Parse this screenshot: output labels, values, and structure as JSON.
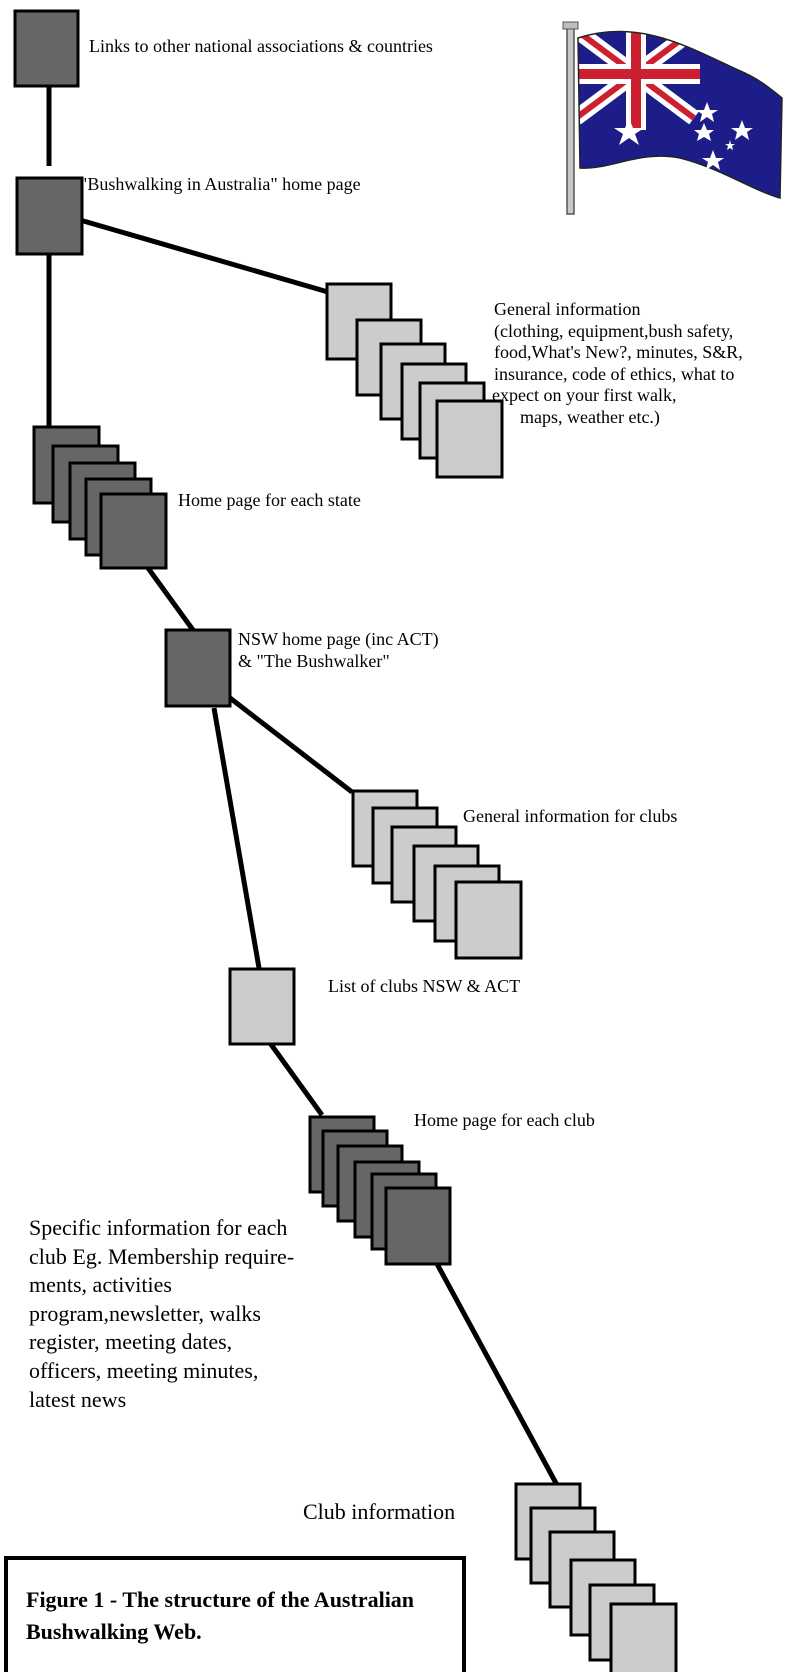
{
  "labels": {
    "links_other": "Links to other national associations & countries",
    "home_page": "\"Bushwalking in Australia\" home page",
    "general_info": [
      "General information",
      "(clothing, equipment,bush safety,",
      "food,What's New?, minutes, S&R,",
      "insurance, code of ethics, what to",
      "expect on your first walk,",
      "maps, weather etc.)"
    ],
    "state_home": "Home page for each state",
    "nsw_home": [
      "NSW home page (inc ACT)",
      "& \"The Bushwalker\""
    ],
    "general_clubs": "General information for clubs",
    "list_clubs": "List of clubs NSW & ACT",
    "club_home": "Home page for each club",
    "specific_info": [
      "Specific information for each",
      "club Eg. Membership require-",
      "ments, activities",
      "program,newsletter, walks",
      "register, meeting dates,",
      "officers, meeting minutes,",
      "latest news"
    ],
    "club_info": "Club information"
  },
  "caption": "Figure 1 - The structure of the Australian Bushwalking Web.",
  "colors": {
    "dark_box": "#666666",
    "light_box": "#cccccc",
    "line": "#000000",
    "flag_blue": "#1d1d8a",
    "flag_red": "#cc1f2f"
  }
}
